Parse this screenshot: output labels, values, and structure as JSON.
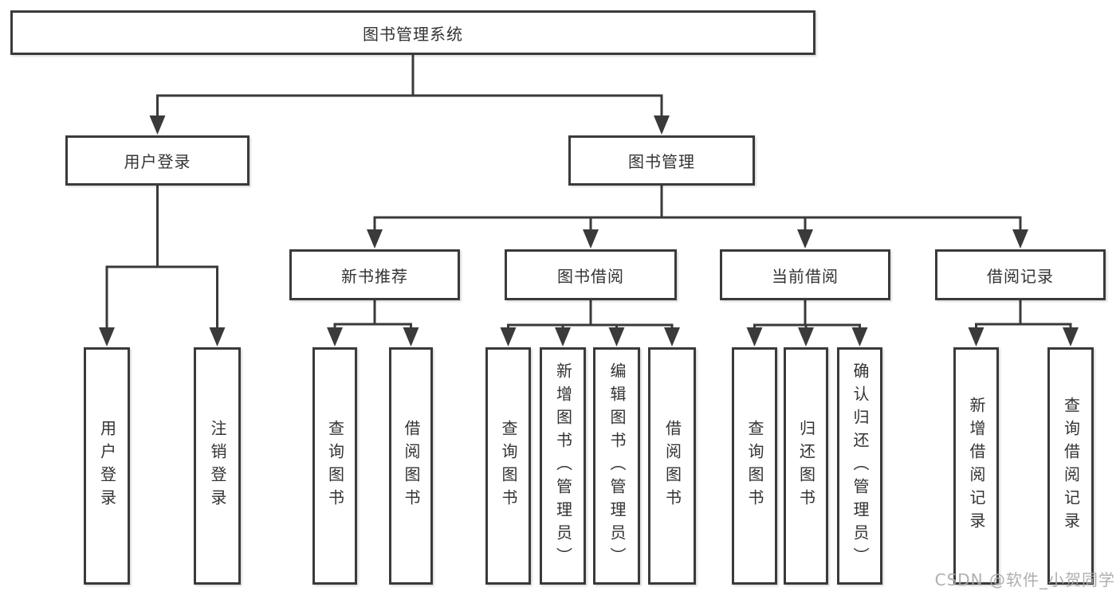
{
  "watermark": "CSDN @软件_小贺同学",
  "colors": {
    "line": "#3a3a3a",
    "text": "#333333",
    "watermark": "#a8a8a8",
    "background": "#ffffff"
  },
  "nodes": [
    {
      "id": "root",
      "label": "图书管理系统",
      "orientation": "horizontal"
    },
    {
      "id": "user-login",
      "label": "用户登录",
      "orientation": "horizontal"
    },
    {
      "id": "book-mgmt",
      "label": "图书管理",
      "orientation": "horizontal"
    },
    {
      "id": "new-book-rec",
      "label": "新书推荐",
      "orientation": "horizontal"
    },
    {
      "id": "book-borrow",
      "label": "图书借阅",
      "orientation": "horizontal"
    },
    {
      "id": "current-borrow",
      "label": "当前借阅",
      "orientation": "horizontal"
    },
    {
      "id": "borrow-records",
      "label": "借阅记录",
      "orientation": "horizontal"
    },
    {
      "id": "ul-login",
      "label": "用户登录",
      "orientation": "vertical"
    },
    {
      "id": "ul-logout",
      "label": "注销登录",
      "orientation": "vertical"
    },
    {
      "id": "rec-query",
      "label": "查询图书",
      "orientation": "vertical"
    },
    {
      "id": "rec-borrow",
      "label": "借阅图书",
      "orientation": "vertical"
    },
    {
      "id": "bb-query",
      "label": "查询图书",
      "orientation": "vertical"
    },
    {
      "id": "bb-add",
      "label": "新增图书（管理员）",
      "orientation": "vertical"
    },
    {
      "id": "bb-edit",
      "label": "编辑图书（管理员）",
      "orientation": "vertical"
    },
    {
      "id": "bb-borrow",
      "label": "借阅图书",
      "orientation": "vertical"
    },
    {
      "id": "cb-query",
      "label": "查询图书",
      "orientation": "vertical"
    },
    {
      "id": "cb-return",
      "label": "归还图书",
      "orientation": "vertical"
    },
    {
      "id": "cb-confirm",
      "label": "确认归还（管理员）",
      "orientation": "vertical"
    },
    {
      "id": "br-add",
      "label": "新增借阅记录",
      "orientation": "vertical"
    },
    {
      "id": "br-query",
      "label": "查询借阅记录",
      "orientation": "vertical"
    }
  ],
  "edges": [
    {
      "from": "root",
      "to": [
        "user-login",
        "book-mgmt"
      ]
    },
    {
      "from": "user-login",
      "to": [
        "ul-login",
        "ul-logout"
      ]
    },
    {
      "from": "book-mgmt",
      "to": [
        "new-book-rec",
        "book-borrow",
        "current-borrow",
        "borrow-records"
      ]
    },
    {
      "from": "new-book-rec",
      "to": [
        "rec-query",
        "rec-borrow"
      ]
    },
    {
      "from": "book-borrow",
      "to": [
        "bb-query",
        "bb-add",
        "bb-edit",
        "bb-borrow"
      ]
    },
    {
      "from": "current-borrow",
      "to": [
        "cb-query",
        "cb-return",
        "cb-confirm"
      ]
    },
    {
      "from": "borrow-records",
      "to": [
        "br-add",
        "br-query"
      ]
    }
  ]
}
